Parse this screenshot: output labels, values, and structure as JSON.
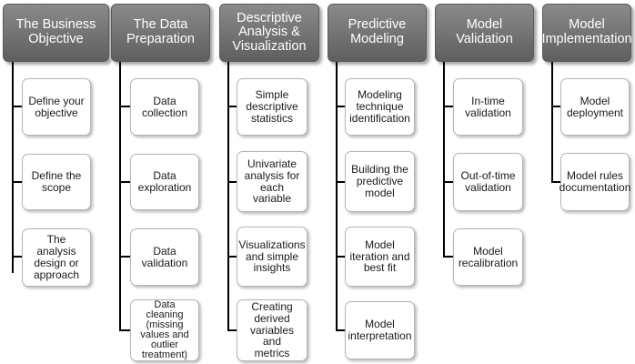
{
  "diagram": {
    "columns": [
      {
        "title": "The Business\nObjective",
        "steps": [
          "Define your\nobjective",
          "Define the\nscope",
          "The  analysis\ndesign or\napproach"
        ]
      },
      {
        "title": "The Data\nPreparation",
        "steps": [
          "Data\ncollection",
          "Data\nexploration",
          "Data\nvalidation",
          "Data cleaning\n(missing\nvalues and\noutlier\ntreatment)"
        ]
      },
      {
        "title": "Descriptive\nAnalysis &\nVisualization",
        "steps": [
          "Simple\ndescriptive\nstatistics",
          "Univariate\nanalysis for\neach variable",
          "Visualizations\nand simple\ninsights",
          "Creating\nderived\nvariables and\nmetrics"
        ]
      },
      {
        "title": "Predictive\nModeling",
        "steps": [
          "Modeling\ntechnique\nidentification",
          "Building the\npredictive\nmodel",
          "Model\niteration and\nbest fit",
          "Model\ninterpretation"
        ]
      },
      {
        "title": "Model\nValidation",
        "steps": [
          "In-time\nvalidation",
          "Out-of-time\nvalidation",
          "Model\nrecalibration"
        ]
      },
      {
        "title": "Model\nImplementation",
        "steps": [
          "Model\ndeployment",
          "Model rules\ndocumentation"
        ]
      }
    ]
  }
}
